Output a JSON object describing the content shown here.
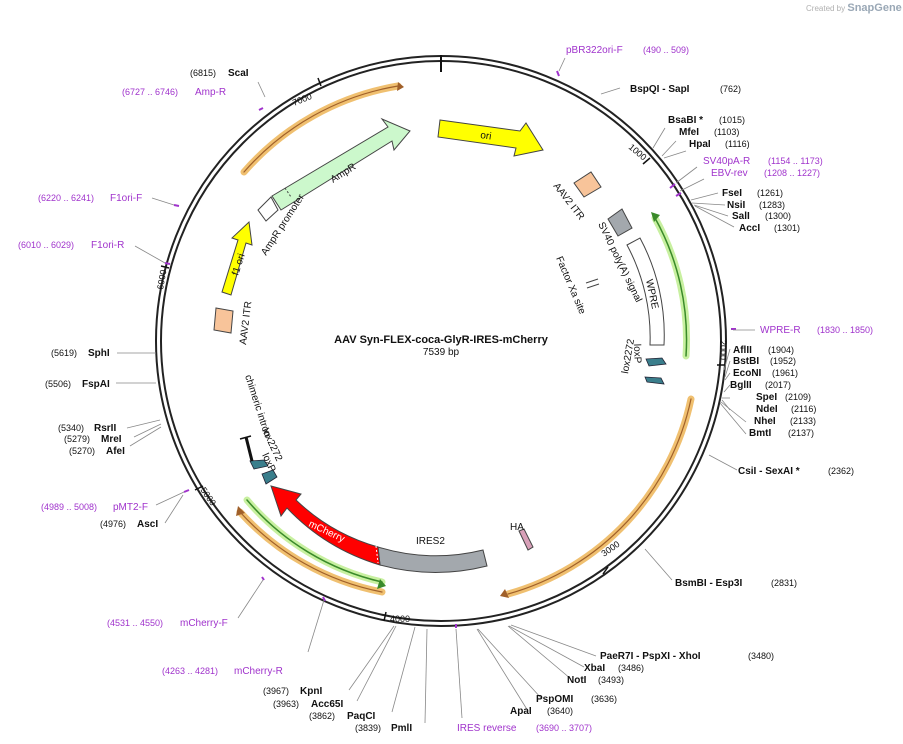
{
  "watermark": {
    "created_by": "Created by",
    "brand": "SnapGene"
  },
  "plasmid": {
    "name": "AAV Syn-FLEX-coca-GlyR-IRES-mCherry",
    "length": "7539 bp"
  },
  "ticks": [
    "1000",
    "2000",
    "3000",
    "4000",
    "5000",
    "6000",
    "7000"
  ],
  "enzymes": [
    {
      "name": "ScaI",
      "pos": "(6815)"
    },
    {
      "name": "BspQI  - SapI",
      "pos": "(762)"
    },
    {
      "name": "BsaBI *",
      "pos": "(1015)"
    },
    {
      "name": "MfeI",
      "pos": "(1103)"
    },
    {
      "name": "HpaI",
      "pos": "(1116)"
    },
    {
      "name": "FseI",
      "pos": "(1261)"
    },
    {
      "name": "NsiI",
      "pos": "(1283)"
    },
    {
      "name": "SalI",
      "pos": "(1300)"
    },
    {
      "name": "AccI",
      "pos": "(1301)"
    },
    {
      "name": "AflII",
      "pos": "(1904)"
    },
    {
      "name": "BstBI",
      "pos": "(1952)"
    },
    {
      "name": "EcoNI",
      "pos": "(1961)"
    },
    {
      "name": "BglII",
      "pos": "(2017)"
    },
    {
      "name": "SpeI",
      "pos": "(2109)"
    },
    {
      "name": "NdeI",
      "pos": "(2116)"
    },
    {
      "name": "NheI",
      "pos": "(2133)"
    },
    {
      "name": "BmtI",
      "pos": "(2137)"
    },
    {
      "name": "CsiI  - SexAI *",
      "pos": "(2362)"
    },
    {
      "name": "BsmBI  - Esp3I",
      "pos": "(2831)"
    },
    {
      "name": "PaeR7I  - PspXI  - XhoI",
      "pos": "(3480)"
    },
    {
      "name": "XbaI",
      "pos": "(3486)"
    },
    {
      "name": "NotI",
      "pos": "(3493)"
    },
    {
      "name": "PspOMI",
      "pos": "(3636)"
    },
    {
      "name": "ApaI",
      "pos": "(3640)"
    },
    {
      "name": "PmlI",
      "pos": "(3839)"
    },
    {
      "name": "PaqCI",
      "pos": "(3862)"
    },
    {
      "name": "Acc65I",
      "pos": "(3963)"
    },
    {
      "name": "KpnI",
      "pos": "(3967)"
    },
    {
      "name": "AscI",
      "pos": "(4976)"
    },
    {
      "name": "AfeI",
      "pos": "(5270)"
    },
    {
      "name": "MreI",
      "pos": "(5279)"
    },
    {
      "name": "RsrII",
      "pos": "(5340)"
    },
    {
      "name": "FspAI",
      "pos": "(5506)"
    },
    {
      "name": "SphI",
      "pos": "(5619)"
    }
  ],
  "primers": [
    {
      "name": "pBR322ori-F",
      "pos": "(490 .. 509)"
    },
    {
      "name": "SV40pA-R",
      "pos": "(1154 .. 1173)"
    },
    {
      "name": "EBV-rev",
      "pos": "(1208 .. 1227)"
    },
    {
      "name": "WPRE-R",
      "pos": "(1830 .. 1850)"
    },
    {
      "name": "IRES reverse",
      "pos": "(3690 .. 3707)"
    },
    {
      "name": "mCherry-R",
      "pos": "(4263 .. 4281)"
    },
    {
      "name": "mCherry-F",
      "pos": "(4531 .. 4550)"
    },
    {
      "name": "pMT2-F",
      "pos": "(4989 .. 5008)"
    },
    {
      "name": "F1ori-R",
      "pos": "(6010 .. 6029)"
    },
    {
      "name": "F1ori-F",
      "pos": "(6220 .. 6241)"
    },
    {
      "name": "Amp-R",
      "pos": "(6727 .. 6746)"
    }
  ],
  "features": {
    "ori": "ori",
    "aav2_itr_right": "AAV2 ITR",
    "sv40": "SV40 poly(A) signal",
    "factor_xa": "Factor Xa site",
    "wpre": "WPRE",
    "loxp_right": "loxP",
    "lox2272_right": "lox2272",
    "ha": "HA",
    "ires2": "IRES2",
    "mcherry": "mCherry",
    "loxp_left": "loxP",
    "lox2272_left": "lox2272",
    "chimeric_intron": "chimeric intron",
    "aav2_itr_left": "AAV2 ITR",
    "f1_ori": "f1 ori",
    "ampr_promoter": "AmpR promoter",
    "ampr": "AmpR"
  },
  "colors": {
    "ori": "#ffff00",
    "ampr": "#ccf8cc",
    "mcherry": "#ff0000",
    "ires": "#a3a8ad",
    "itr": "#f8c49a",
    "sv40": "#a3a8ad",
    "wpre": "#ffffff",
    "lox": "#3a7e8c",
    "ha": "#d8a0b8",
    "orf_band": "#f0c070",
    "primer": "#a033cc"
  }
}
